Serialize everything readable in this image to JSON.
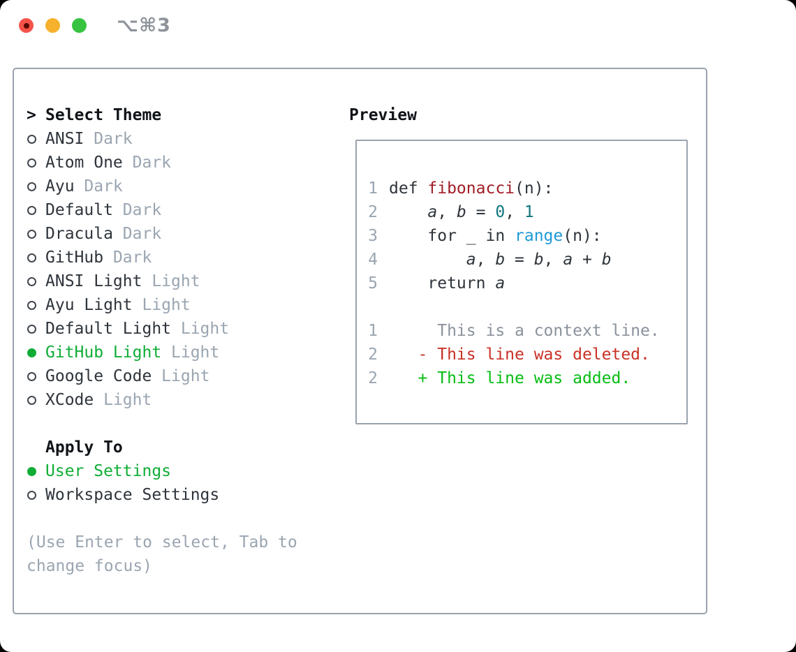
{
  "window": {
    "title": "⌥⌘3"
  },
  "colors": {
    "text": "#2e343b",
    "muted": "#9aa5b1",
    "accent_green": "#10ad36",
    "added_green": "#06bd14",
    "deleted_red": "#c93126",
    "fn_red": "#a31d27",
    "num_teal": "#10757d",
    "call_blue": "#1e9ad6",
    "ctx_gray": "#8b929c",
    "tl_red": "#f4534a",
    "tl_red_dot": "#5c0a03",
    "tl_yellow": "#f6b22d",
    "tl_green": "#37c33f"
  },
  "theme_picker": {
    "prompt": ">",
    "header": "Select Theme",
    "items": [
      {
        "name": "ANSI",
        "variant": "Dark",
        "selected": false
      },
      {
        "name": "Atom One",
        "variant": "Dark",
        "selected": false
      },
      {
        "name": "Ayu",
        "variant": "Dark",
        "selected": false
      },
      {
        "name": "Default",
        "variant": "Dark",
        "selected": false
      },
      {
        "name": "Dracula",
        "variant": "Dark",
        "selected": false
      },
      {
        "name": "GitHub",
        "variant": "Dark",
        "selected": false
      },
      {
        "name": "ANSI Light",
        "variant": "Light",
        "selected": false
      },
      {
        "name": "Ayu Light",
        "variant": "Light",
        "selected": false
      },
      {
        "name": "Default Light",
        "variant": "Light",
        "selected": false
      },
      {
        "name": "GitHub Light",
        "variant": "Light",
        "selected": true
      },
      {
        "name": "Google Code",
        "variant": "Light",
        "selected": false
      },
      {
        "name": "XCode",
        "variant": "Light",
        "selected": false
      }
    ]
  },
  "apply_to": {
    "header": "Apply To",
    "options": [
      {
        "label": "User Settings",
        "selected": true
      },
      {
        "label": "Workspace Settings",
        "selected": false
      }
    ]
  },
  "hint": {
    "line1": "(Use Enter to select, Tab to",
    "line2": "change focus)"
  },
  "preview": {
    "header": "Preview",
    "code_lines": [
      {
        "ln": "1",
        "tokens": [
          [
            "d",
            "def "
          ],
          [
            "fn",
            "fibonacci"
          ],
          [
            "d",
            "(n):"
          ]
        ]
      },
      {
        "ln": "2",
        "tokens": [
          [
            "d",
            "    "
          ],
          [
            "v",
            "a"
          ],
          [
            "d",
            ", "
          ],
          [
            "v",
            "b"
          ],
          [
            "d",
            " = "
          ],
          [
            "num",
            "0"
          ],
          [
            "d",
            ", "
          ],
          [
            "num",
            "1"
          ]
        ]
      },
      {
        "ln": "3",
        "tokens": [
          [
            "d",
            "    for _ in "
          ],
          [
            "call",
            "range"
          ],
          [
            "d",
            "(n):"
          ]
        ]
      },
      {
        "ln": "4",
        "tokens": [
          [
            "d",
            "        "
          ],
          [
            "v",
            "a"
          ],
          [
            "d",
            ", "
          ],
          [
            "v",
            "b"
          ],
          [
            "d",
            " = "
          ],
          [
            "v",
            "b"
          ],
          [
            "d",
            ", "
          ],
          [
            "v",
            "a"
          ],
          [
            "d",
            " + "
          ],
          [
            "v",
            "b"
          ]
        ]
      },
      {
        "ln": "5",
        "tokens": [
          [
            "d",
            "    return "
          ],
          [
            "v",
            "a"
          ]
        ]
      }
    ],
    "diff_lines": [
      {
        "ln": "1",
        "kind": "context",
        "text": "     This is a context line."
      },
      {
        "ln": "2",
        "kind": "deleted",
        "text": "   - This line was deleted."
      },
      {
        "ln": "2",
        "kind": "added",
        "text": "   + This line was added."
      }
    ]
  }
}
